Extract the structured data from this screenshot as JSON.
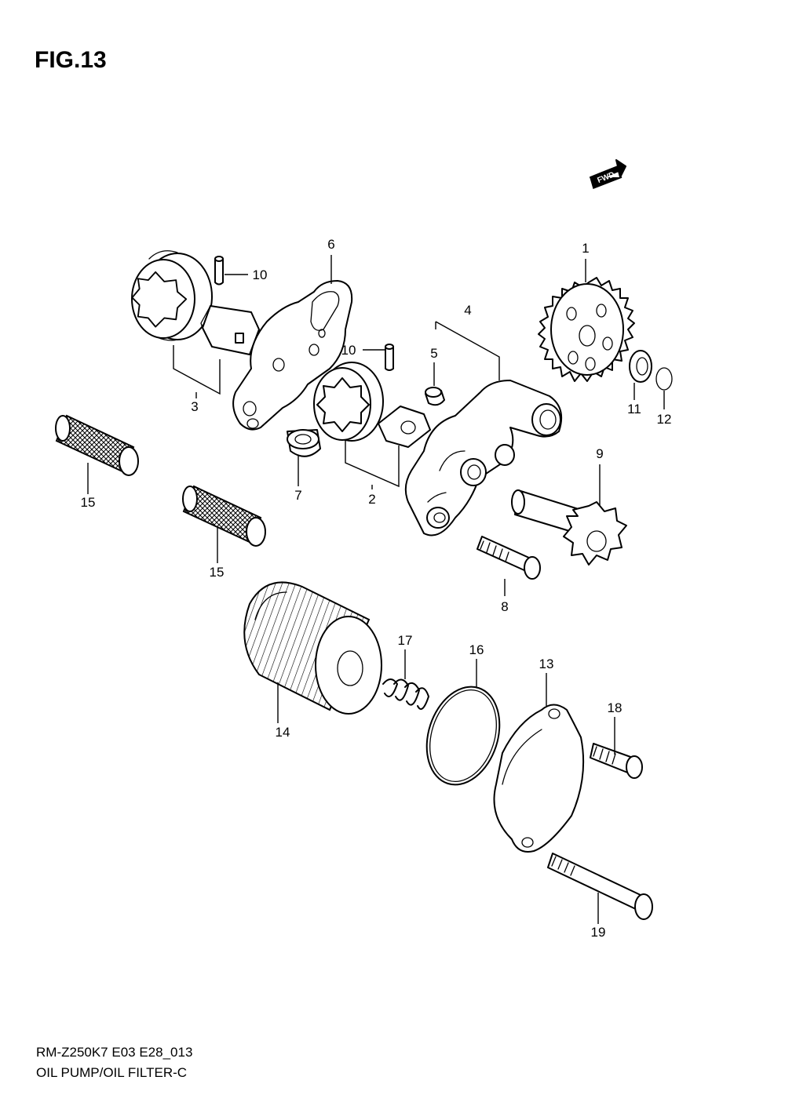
{
  "figure_title": "FIG.13",
  "fwd_label": "FWD",
  "footer": {
    "model_code": "RM-Z250K7 E03 E28_013",
    "section_title": "OIL PUMP/OIL FILTER-C"
  },
  "callouts": {
    "c1": "1",
    "c2": "2",
    "c3": "3",
    "c4": "4",
    "c5": "5",
    "c6": "6",
    "c7": "7",
    "c8": "8",
    "c9": "9",
    "c10a": "10",
    "c10b": "10",
    "c11": "11",
    "c12": "12",
    "c13": "13",
    "c14": "14",
    "c15a": "15",
    "c15b": "15",
    "c16": "16",
    "c17": "17",
    "c18": "18",
    "c19": "19"
  }
}
